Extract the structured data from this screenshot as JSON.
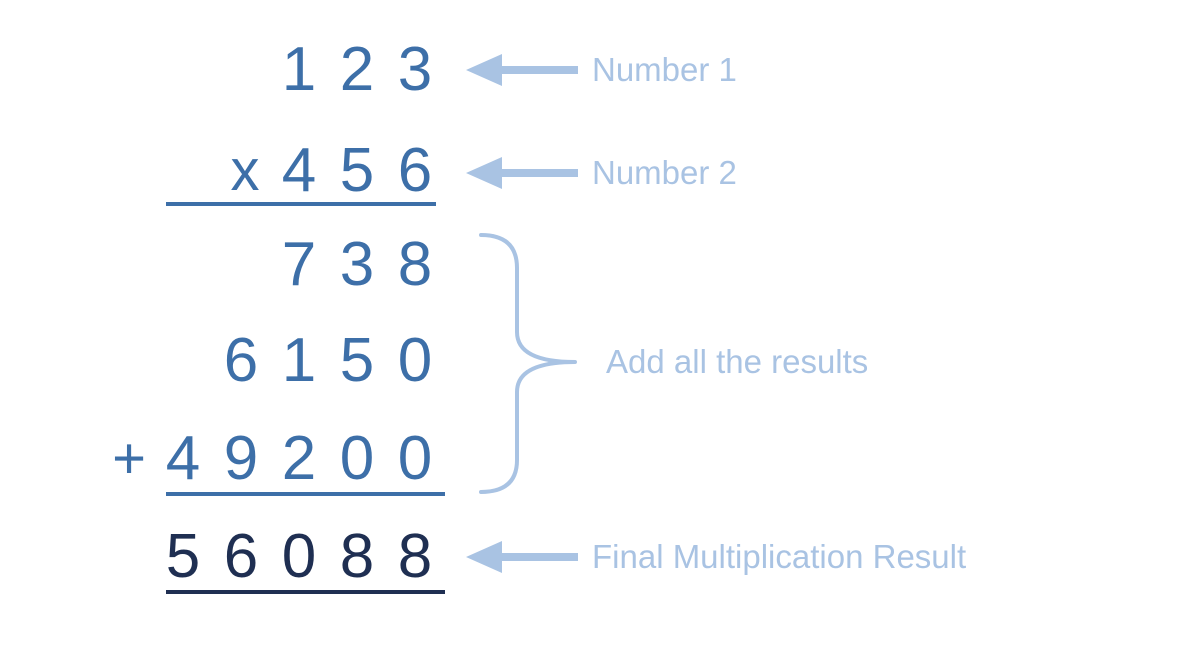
{
  "operands": {
    "number1": {
      "sign": "",
      "digits": [
        "1",
        "2",
        "3"
      ]
    },
    "number2": {
      "sign": "x",
      "digits": [
        "4",
        "5",
        "6"
      ]
    }
  },
  "partial_products": [
    {
      "sign": "",
      "digits": [
        "7",
        "3",
        "8"
      ]
    },
    {
      "sign": "",
      "digits": [
        "6",
        "1",
        "5",
        "0"
      ]
    },
    {
      "sign": "+",
      "digits": [
        "4",
        "9",
        "2",
        "0",
        "0"
      ]
    }
  ],
  "result": {
    "digits": [
      "5",
      "6",
      "0",
      "8",
      "8"
    ]
  },
  "annotations": {
    "number1_label": "Number 1",
    "number2_label": "Number 2",
    "sum_label": "Add all the results",
    "result_label": "Final Multiplication Result"
  },
  "colors": {
    "digits": "#3d6fa8",
    "result_digits": "#1f2f52",
    "annotation": "#a9c3e3"
  }
}
